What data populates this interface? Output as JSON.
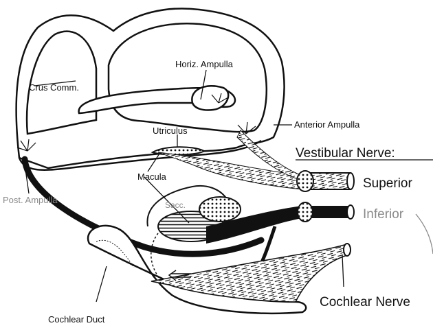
{
  "labels": {
    "crus_comm": "Crus Comm.",
    "horiz_ampulla": "Horiz. Ampulla",
    "anterior_ampulla": "Anterior Ampulla",
    "utriculus": "Utriculus",
    "vestibular_nerve": "Vestibular Nerve:",
    "macula": "Macula",
    "superior": "Superior",
    "post_ampulla": "Post. Ampulla",
    "sacc": "Sacc.",
    "inferior": "Inferior",
    "cochlear_nerve": "Cochlear Nerve",
    "cochlear_duct": "Cochlear Duct"
  },
  "colors": {
    "ink": "#111111",
    "gray_label": "#8a8a8a"
  }
}
